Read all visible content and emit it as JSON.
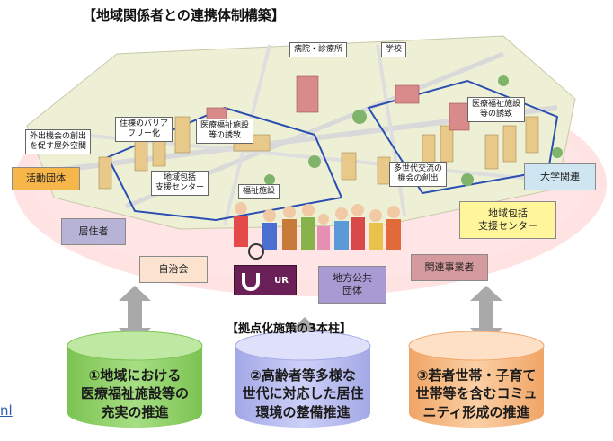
{
  "title": "【地域関係者との連携体制構築】",
  "map_callouts": [
    "病院・診療所",
    "学校",
    "医療福祉施設\n等の誘致",
    "外出機会の創出\nを促す屋外空間",
    "住棟のバリア\nフリー化",
    "医療福祉施設\n等の誘致",
    "地域包括\n支援センター",
    "福祉施設",
    "多世代交流の\n機会の創出"
  ],
  "stakeholders": {
    "katsudo": "活動団体",
    "kyojusha": "居住者",
    "jichikai": "自治会",
    "chiho": "地方公共\n団体",
    "kanren": "関連事業者",
    "chiiki": "地域包括\n支援センター",
    "daigaku": "大学関連"
  },
  "ur_logo": "UR",
  "pillars_title": "【拠点化施策の3本柱】",
  "pillars": [
    "①地域における\n医療福祉施設等の\n充実の推進",
    "②高齢者等多様な\n世代に対応した居住\n環境の整備推進",
    "③若者世帯・子育て\n世帯等を含むコミュ\nニティ形成の推進"
  ],
  "link_text": "nl",
  "colors": {
    "katsudo": "#f7b64a",
    "kyojusha": "#b7b3d6",
    "jichikai": "#fbe3d0",
    "chiho": "#a99ad3",
    "kanren": "#d59a9d",
    "chiiki": "#fff59a",
    "daigaku": "#cfe5f2",
    "pillar1": "#8fd06a",
    "pillar2": "#b8bcef",
    "pillar3": "#f6b982",
    "ur_logo_bg": "#6b1f57"
  }
}
